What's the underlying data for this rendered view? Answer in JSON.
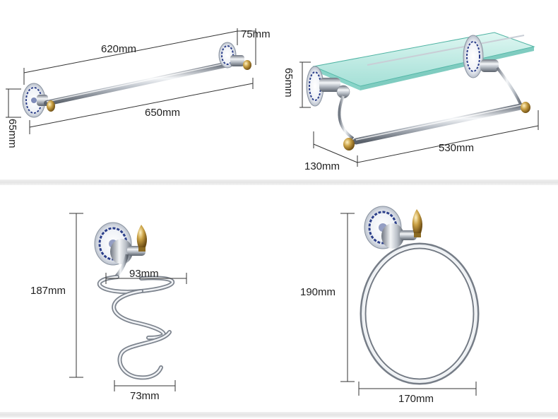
{
  "products": {
    "towel_bar": {
      "length_outer": "620mm",
      "length_total": "650mm",
      "depth": "75mm",
      "height": "65mm"
    },
    "glass_shelf": {
      "height": "65mm",
      "depth": "130mm",
      "length": "530mm"
    },
    "hair_dryer_holder": {
      "height": "187mm",
      "spiral_top_width": "93mm",
      "spiral_bottom_width": "73mm"
    },
    "towel_ring": {
      "height": "190mm",
      "width": "170mm"
    }
  },
  "colors": {
    "chrome_light": "#f4f6f8",
    "chrome_mid": "#b8bec6",
    "chrome_dark": "#6e7580",
    "gold": "#c9a043",
    "porcelain_blue": "#2c3f8a",
    "glass": "#9fe0d6"
  }
}
